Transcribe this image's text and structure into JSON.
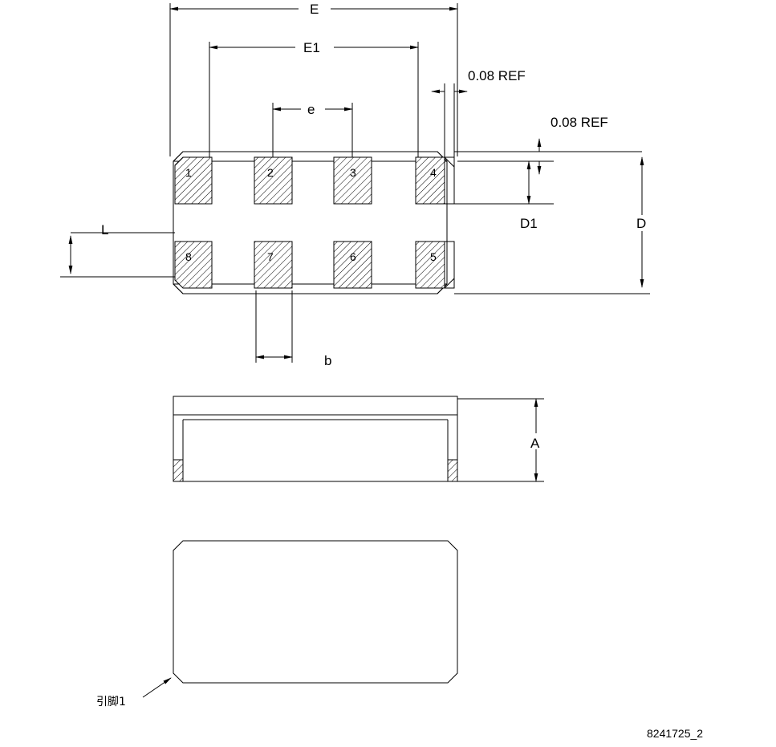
{
  "drawing": {
    "title": "package-outline-drawing",
    "footer_code": "8241725_2",
    "pin1_note": "引脚1",
    "dimensions": {
      "E": "E",
      "E1": "E1",
      "e": "e",
      "D": "D",
      "D1": "D1",
      "A": "A",
      "b": "b",
      "L": "L",
      "ref_top": "0.08  REF",
      "ref_right": "0.08  REF"
    },
    "pins": [
      "1",
      "2",
      "3",
      "4",
      "5",
      "6",
      "7",
      "8"
    ],
    "views": [
      {
        "name": "top-view",
        "label": ""
      },
      {
        "name": "side-view",
        "label": ""
      },
      {
        "name": "bottom-view",
        "label": ""
      }
    ],
    "colors": {
      "line": "#000000",
      "background": "#ffffff"
    }
  }
}
